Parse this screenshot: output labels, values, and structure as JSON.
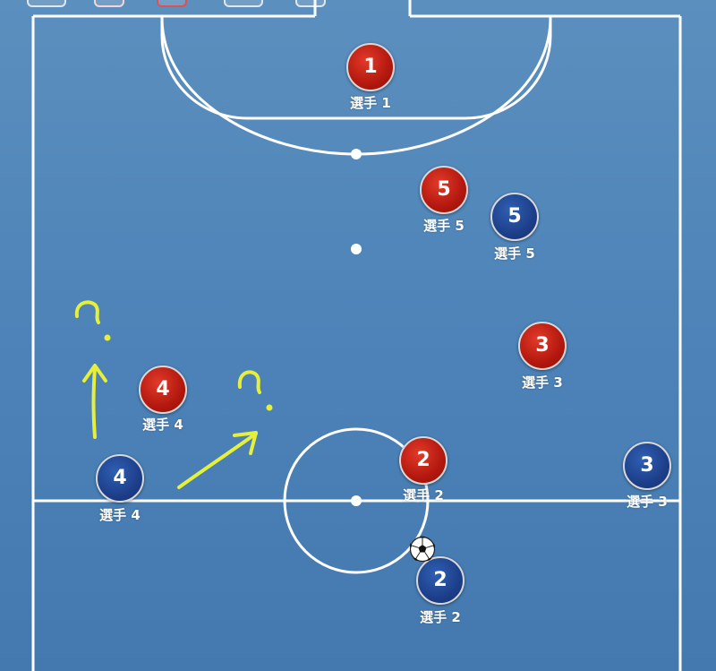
{
  "players": [
    {
      "id": "red-1",
      "team": "red",
      "number": "1",
      "label": "選手 1"
    },
    {
      "id": "red-5",
      "team": "red",
      "number": "5",
      "label": "選手 5"
    },
    {
      "id": "blue-5",
      "team": "blue",
      "number": "5",
      "label": "選手 5"
    },
    {
      "id": "red-3",
      "team": "red",
      "number": "3",
      "label": "選手 3"
    },
    {
      "id": "red-4",
      "team": "red",
      "number": "4",
      "label": "選手 4"
    },
    {
      "id": "blue-4",
      "team": "blue",
      "number": "4",
      "label": "選手 4"
    },
    {
      "id": "red-2",
      "team": "red",
      "number": "2",
      "label": "選手 2"
    },
    {
      "id": "blue-3",
      "team": "blue",
      "number": "3",
      "label": "選手 3"
    },
    {
      "id": "blue-2",
      "team": "blue",
      "number": "2",
      "label": "選手 2"
    }
  ],
  "annotations": {
    "question_mark_1": "?",
    "question_mark_2": "?"
  },
  "colors": {
    "pitch": "#4d83b8",
    "lines": "#ffffff",
    "red_team": "#c4221a",
    "blue_team": "#1d3f8a",
    "annotation": "#e6f03a"
  },
  "icons": {
    "ball": "soccer-ball-icon"
  }
}
